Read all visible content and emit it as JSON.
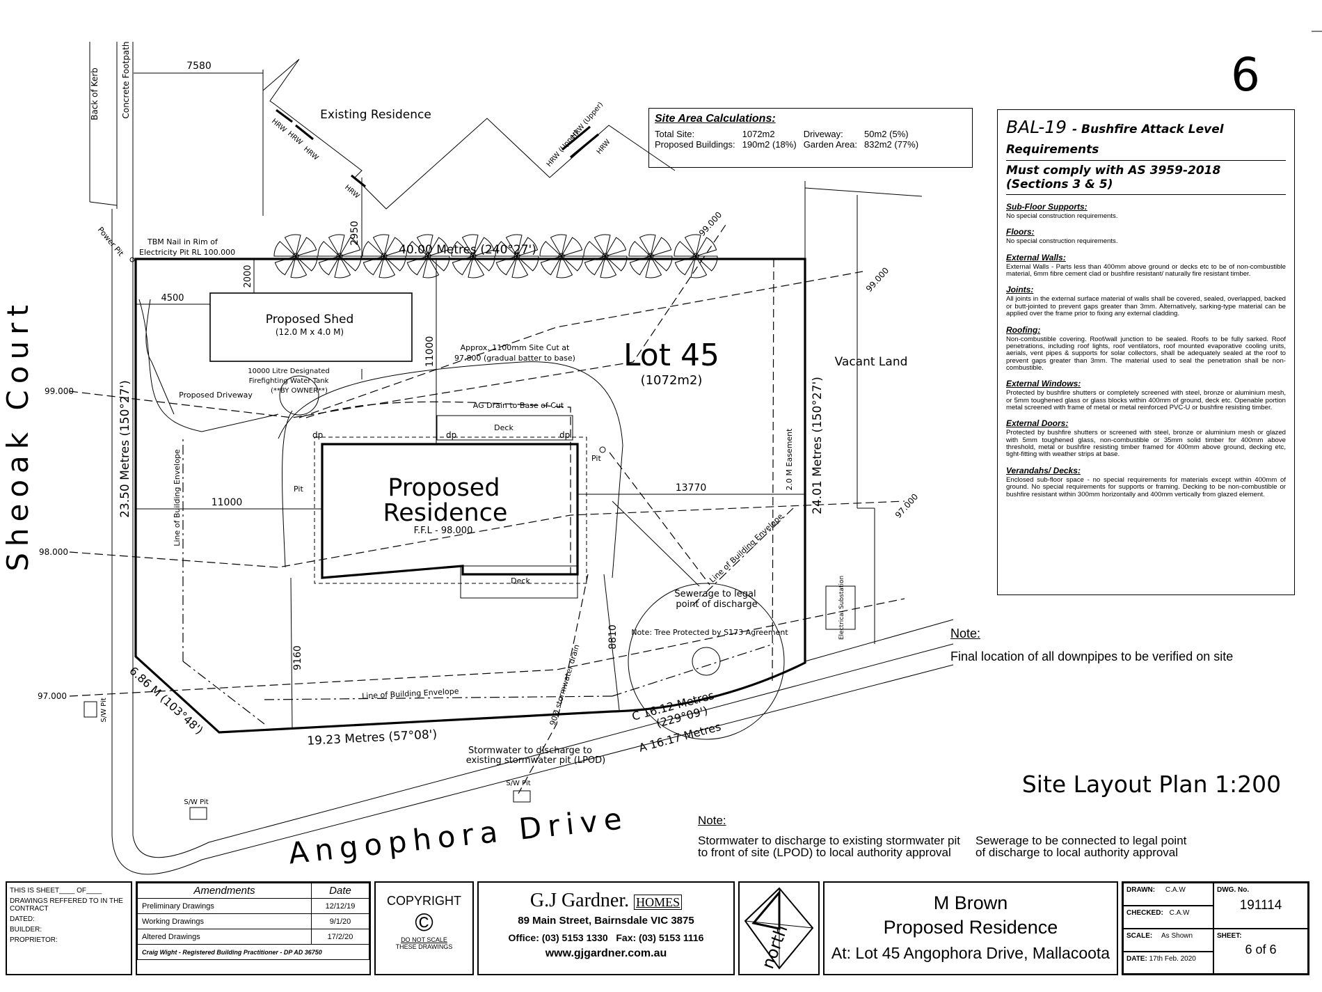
{
  "sheet_number": "6",
  "bal": {
    "title": "BAL-19",
    "title_suffix": "- Bushfire Attack Level Requirements",
    "compliance": "Must comply with AS 3959-2018 (Sections 3 & 5)",
    "sections": [
      {
        "heading": "Sub-Floor Supports:",
        "text": "No special construction requirements."
      },
      {
        "heading": "Floors:",
        "text": "No special construction requirements."
      },
      {
        "heading": "External Walls:",
        "text": "External Walls - Parts less than 400mm above ground or decks etc to be of non-combustible material, 6mm fibre cement clad or bushfire resistant/ naturally fire resistant timber."
      },
      {
        "heading": "Joints:",
        "text": "All joints in the external surface material of walls shall be covered, sealed, overlapped, backed or butt-jointed to prevent gaps greater than 3mm. Alternatively, sarking-type material can be applied over the frame prior to fixing any external cladding."
      },
      {
        "heading": "Roofing:",
        "text": "Non-combustible covering. Roof/wall junction to be sealed. Roofs to be fully sarked. Roof penetrations, including roof lights, roof ventilators, roof mounted evaporative cooling units, aerials, vent pipes & supports for solar collectors, shall be adequately sealed at the roof to prevent gaps greater than 3mm. The material used to seal the penetration shall be non-combustible."
      },
      {
        "heading": "External Windows:",
        "text": "Protected by bushfire shutters or completely screened with steel, bronze or aluminium mesh, or 5mm toughened glass or glass blocks within 400mm of ground, deck etc. Openable portion metal screened with frame of metal or metal reinforced PVC-U or bushfire resisting timber."
      },
      {
        "heading": "External Doors:",
        "text": "Protected by bushfire shutters or screened with steel, bronze or aluminium mesh or glazed with 5mm toughened glass, non-combustible or 35mm solid timber for 400mm above threshold, metal or bushfire resisting timber framed for 400mm above ground, decking etc, tight-fitting with weather strips at base."
      },
      {
        "heading": "Verandahs/ Decks:",
        "text": "Enclosed sub-floor space - no special requirements for materials except within 400mm of ground. No special requirements for supports or framing. Decking to be non-combustible or bushfire resistant within 300mm horizontally and 400mm vertically from glazed element."
      }
    ]
  },
  "site_area": {
    "title": "Site Area Calculations:",
    "rows": [
      [
        "Total Site:",
        "1072m2",
        "Driveway:",
        "50m2 (5%)"
      ],
      [
        "Proposed Buildings:",
        "190m2 (18%)",
        "Garden Area:",
        "832m2 (77%)"
      ]
    ]
  },
  "labels": {
    "street_west": "Sheoak Court",
    "street_south": "Angophora Drive",
    "back_of_kerb": "Back of Kerb",
    "concrete_footpath": "Concrete Footpath",
    "existing_residence": "Existing Residence",
    "hrw": "HRW",
    "hrw_upper": "HRW (Upper)",
    "power_pit": "Power Pit",
    "tbm_line1": "TBM Nail in Rim of",
    "tbm_line2": "Electricity Pit RL 100.000",
    "lot": "Lot 45",
    "lot_area": "(1072m2)",
    "vacant_land": "Vacant Land",
    "shed": "Proposed Shed",
    "shed_size": "(12.0 M x 4.0 M)",
    "tank_line1": "10000 Litre Designated",
    "tank_line2": "Firefighting Water Tank",
    "tank_line3": "(**BY OWNER**)",
    "driveway": "Proposed Driveway",
    "site_cut_1": "Approx. 1100mm Site Cut at",
    "site_cut_2": "97.800 (gradual batter to base)",
    "ag_drain": "AG Drain to Base of Cut",
    "deck": "Deck",
    "dp": "dp",
    "pit": "Pit",
    "residence_1": "Proposed",
    "residence_2": "Residence",
    "ffl": "F.F.L - 98.000",
    "envelope": "Line of Building Envelope",
    "easement": "2.0 M Easement",
    "sewer_1": "Sewerage to legal",
    "sewer_2": "point of discharge",
    "tree_note": "Note: Tree Protected by S173 Agreement",
    "stormwater_drain": "90Ø stormwater drain",
    "substation": "Electrical Substation",
    "sw_pit": "S/W Pit",
    "sw_note_1": "Stormwater to discharge to",
    "sw_note_2": "existing stormwater pit (LPOD)",
    "plan_title": "Site Layout Plan 1:200",
    "contours": [
      "99.000",
      "98.000",
      "97.000"
    ]
  },
  "dimensions": {
    "d7580": "7580",
    "d2950": "2950",
    "d2000": "2000",
    "d4500": "4500",
    "d11000_h": "11000",
    "d11000_v": "11000",
    "d13770": "13770",
    "d9160": "9160",
    "d8810": "8810",
    "north_boundary": "40.00 Metres (240°27')",
    "west_boundary": "23.50 Metres (150°27')",
    "east_boundary": "24.01 Metres (150°27')",
    "south_boundary": "19.23 Metres (57°08')",
    "corner_boundary": "6.86 M (103°48')",
    "arc_c": "C 16.12 Metres",
    "arc_c2": "(229°09')",
    "arc_a": "A 16.17 Metres"
  },
  "notes": {
    "note_label": "Note:",
    "downpipes": "Final location of all downpipes to be verified on site",
    "stormwater_1": "Stormwater to discharge to existing stormwater pit",
    "stormwater_2": "to front of site (LPOD) to local authority approval",
    "sewerage_1": "Sewerage to be connected to legal point",
    "sewerage_2": "of discharge to local authority approval"
  },
  "title_block": {
    "sheet_ref_1": "THIS IS SHEET____ OF____",
    "sheet_ref_2": "DRAWINGS REFFERED TO IN THE",
    "sheet_ref_3": "CONTRACT",
    "dated": "DATED:",
    "builder": "BUILDER:",
    "proprietor": "PROPRIETOR:",
    "amend_header": "Amendments",
    "date_header": "Date",
    "amendments": [
      [
        "Preliminary Drawings",
        "12/12/19"
      ],
      [
        "Working Drawings",
        "9/1/20"
      ],
      [
        "Altered Drawings",
        "17/2/20"
      ]
    ],
    "practitioner": "Craig Wight - Registered Building Practitioner - DP AD 36750",
    "copyright": "COPYRIGHT",
    "copyright_symbol": "©",
    "do_not_scale_1": "DO NOT SCALE",
    "do_not_scale_2": "THESE DRAWINGS",
    "company": "G.J Gardner.",
    "company_homes": "HOMES",
    "address": "89 Main Street, Bairnsdale VIC 3875",
    "phones": "Office: (03) 5153 1330   Fax: (03) 5153 1116",
    "website": "www.gjgardner.com.au",
    "north": "north",
    "client": "M Brown",
    "project": "Proposed Residence",
    "location": "At: Lot 45 Angophora Drive, Mallacoota",
    "drawn_label": "DRAWN:",
    "drawn": "C.A.W",
    "checked_label": "CHECKED:",
    "checked": "C.A.W",
    "scale_label": "SCALE:",
    "scale": "As Shown",
    "date_label": "DATE:",
    "date": "17th Feb. 2020",
    "dwg_label": "DWG. No.",
    "dwg": "191114",
    "sheet_label": "SHEET:",
    "sheet": "6 of 6"
  }
}
